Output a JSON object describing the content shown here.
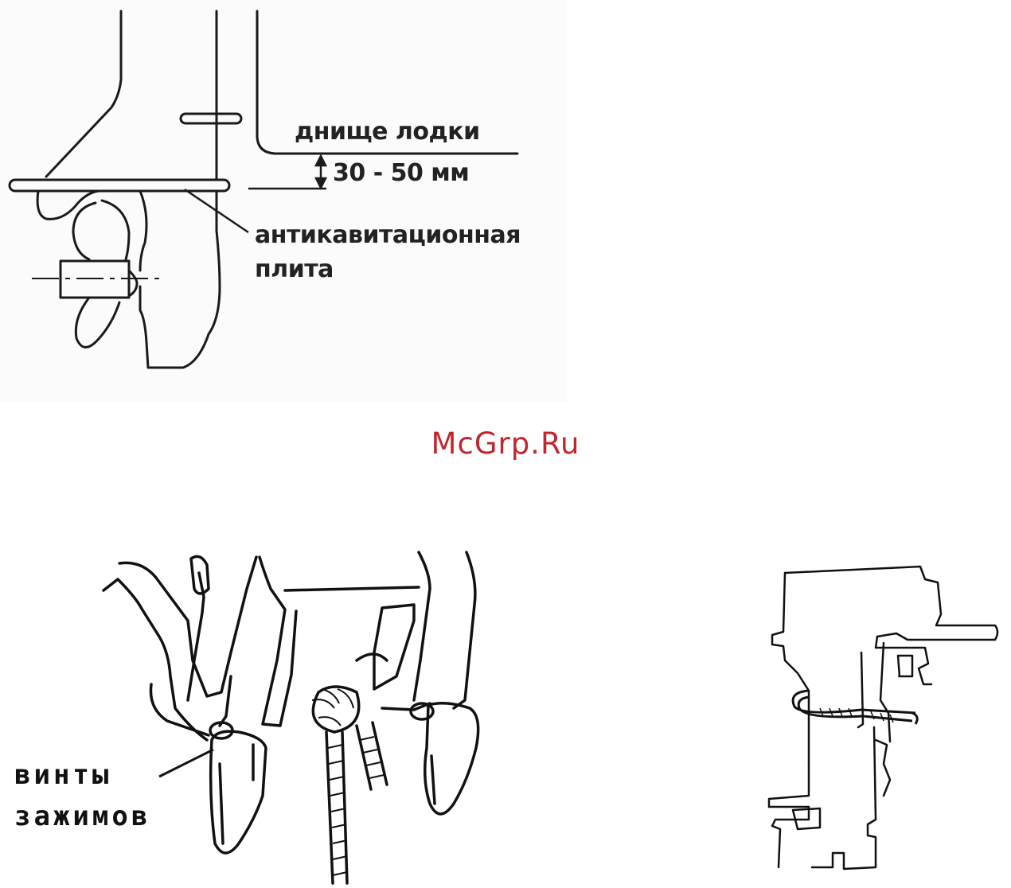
{
  "top_diagram": {
    "label_boat_bottom": "днище лодки",
    "label_depth": "30 - 50 мм",
    "label_plate_line1": "антикавитационная",
    "label_plate_line2": "плита"
  },
  "watermark": {
    "text": "McGrp.Ru",
    "color": "#c0272d"
  },
  "clamp_diagram": {
    "label_line1": "винты",
    "label_line2": "зажимов"
  },
  "motor_diagram": {}
}
